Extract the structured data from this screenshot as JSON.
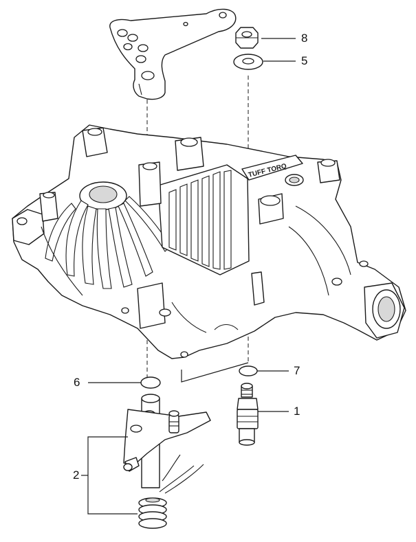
{
  "diagram": {
    "brand_text": "TUFF TORQ",
    "callouts": [
      {
        "id": "8",
        "label": "8",
        "part": "nut"
      },
      {
        "id": "5",
        "label": "5",
        "part": "washer"
      },
      {
        "id": "6",
        "label": "6",
        "part": "o-ring"
      },
      {
        "id": "7",
        "label": "7",
        "part": "o-ring"
      },
      {
        "id": "1",
        "label": "1",
        "part": "shaft"
      },
      {
        "id": "2",
        "label": "2",
        "part": "lever-assembly"
      }
    ]
  }
}
